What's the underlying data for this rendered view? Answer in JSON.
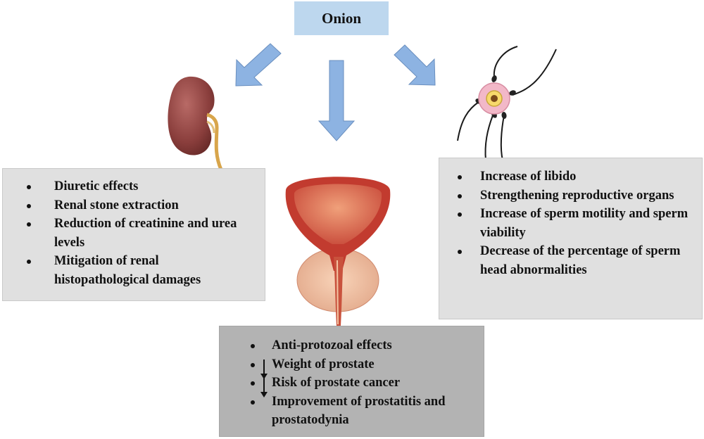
{
  "title": "Onion",
  "colors": {
    "title_fill": "#bdd7ee",
    "arrow_fill": "#8db3e2",
    "box_light": "#e0e0e0",
    "box_dark": "#b3b3b3"
  },
  "icons": {
    "left": "kidney-illustration",
    "center": "prostate-illustration",
    "right": "sperm-egg-illustration"
  },
  "kidney_box": {
    "items": [
      "Diuretic effects",
      "Renal stone extraction",
      "Reduction of creatinine and urea levels",
      "Mitigation of renal histopathological damages"
    ]
  },
  "reproductive_box": {
    "items": [
      "Increase of libido",
      "Strengthening reproductive organs",
      "Increase of sperm motility and sperm viability",
      "Decrease of the percentage of sperm head abnormalities"
    ]
  },
  "prostate_box": {
    "items": [
      "Anti-protozoal effects",
      "Weight of prostate",
      "Risk of prostate cancer",
      "Improvement of prostatitis and prostatodynia"
    ]
  }
}
